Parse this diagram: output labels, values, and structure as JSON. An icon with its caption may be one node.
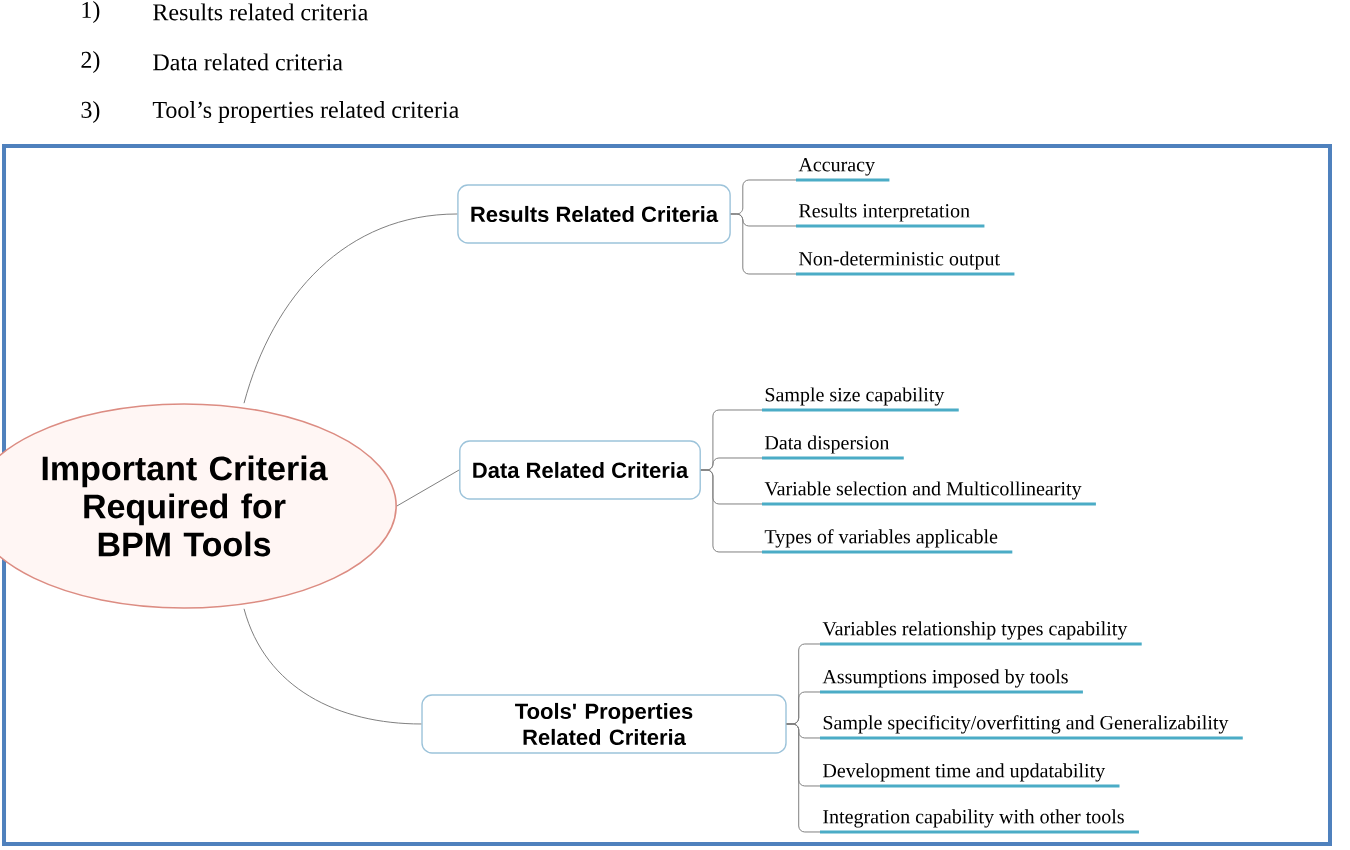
{
  "diagram": {
    "nodes": [
      {
        "text": [
          "Important Criteria Required for BPM Tools"
        ]
      },
      {
        "text": [
          "Results Related Criteria"
        ]
      },
      {
        "text": [
          "Data Related Criteria"
        ]
      },
      {
        "text": [
          "Tools' Properties Related Criteria"
        ]
      },
      {
        "text": [
          "Accuracy"
        ]
      },
      {
        "text": [
          "Results interpretation"
        ]
      },
      {
        "text": [
          "Non-deterministic output"
        ]
      },
      {
        "text": [
          "Sample size capability"
        ]
      },
      {
        "text": [
          "Data dispersion"
        ]
      },
      {
        "text": [
          "Variable selection and Multicollinearity"
        ]
      },
      {
        "text": [
          "Types of variables applicable"
        ]
      },
      {
        "text": [
          "Variables relationship types capability"
        ]
      },
      {
        "text": [
          "Assumptions imposed by tools"
        ]
      },
      {
        "text": [
          "Sample specificity/overfitting and Generalizability"
        ]
      },
      {
        "text": [
          "Development time and updatability"
        ]
      },
      {
        "text": [
          "Integration capability with other tools"
        ]
      }
    ],
    "edges": [
      {
        "from": 0,
        "to": 1,
        "arrow": "none"
      },
      {
        "from": 0,
        "to": 2,
        "arrow": "none"
      },
      {
        "from": 0,
        "to": 3,
        "arrow": "none"
      },
      {
        "from": 1,
        "to": 4,
        "arrow": "none"
      },
      {
        "from": 1,
        "to": 5,
        "arrow": "none"
      },
      {
        "from": 1,
        "to": 6,
        "arrow": "none"
      },
      {
        "from": 2,
        "to": 7,
        "arrow": "none"
      },
      {
        "from": 2,
        "to": 8,
        "arrow": "none"
      },
      {
        "from": 2,
        "to": 9,
        "arrow": "none"
      },
      {
        "from": 2,
        "to": 10,
        "arrow": "none"
      },
      {
        "from": 3,
        "to": 11,
        "arrow": "none"
      },
      {
        "from": 3,
        "to": 12,
        "arrow": "none"
      },
      {
        "from": 3,
        "to": 13,
        "arrow": "none"
      },
      {
        "from": 3,
        "to": 14,
        "arrow": "none"
      },
      {
        "from": 3,
        "to": 15,
        "arrow": "none"
      }
    ],
    "labels": [
      "1)",
      "Results related criteria",
      "2)",
      "Data related criteria",
      "3)",
      "Tool’s properties related criteria"
    ]
  }
}
